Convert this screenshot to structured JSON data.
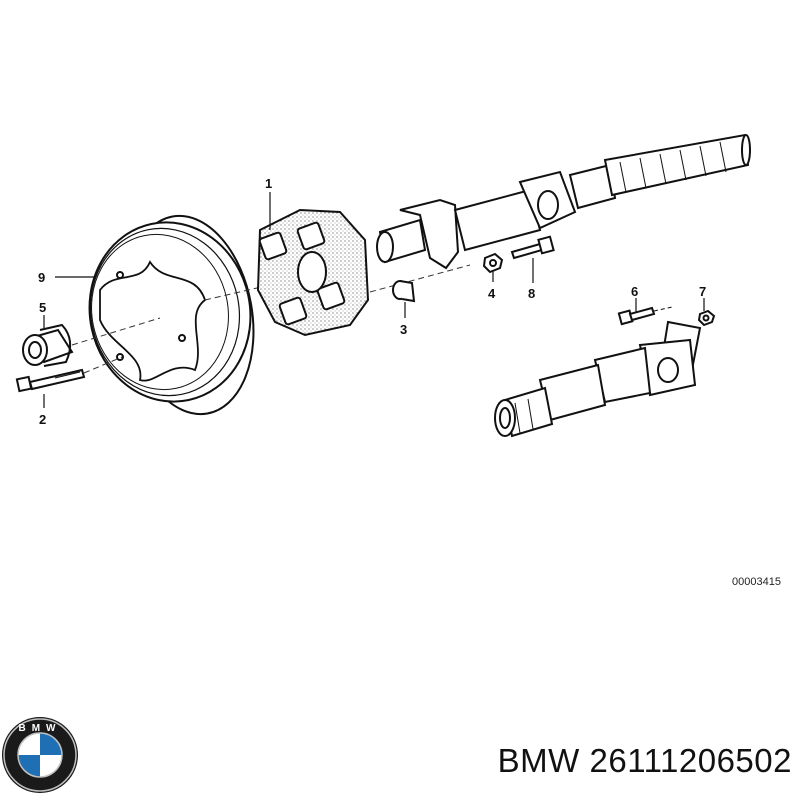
{
  "diagram": {
    "callouts": [
      "1",
      "2",
      "3",
      "4",
      "5",
      "6",
      "7",
      "8",
      "9"
    ],
    "reference_code": "00003415"
  },
  "logo": {
    "letters": "BMW"
  },
  "caption": {
    "brand": "BMW",
    "part_number": "26111206502"
  }
}
